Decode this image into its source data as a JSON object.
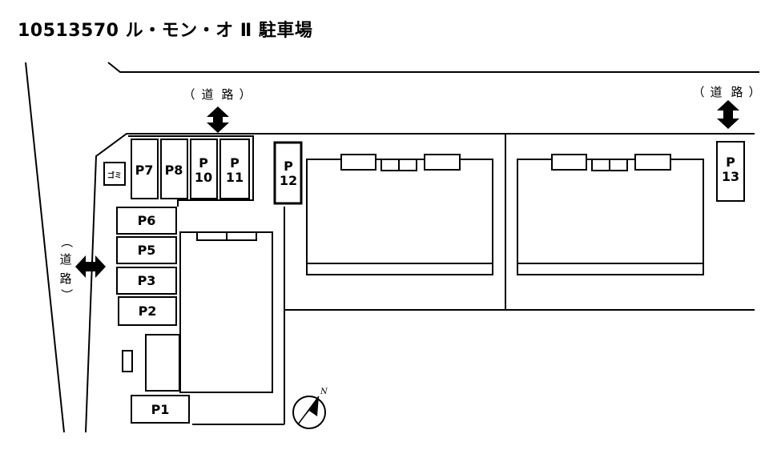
{
  "title": "10513570 ル・モン・オ Ⅱ 駐車場",
  "road_label_open": "（",
  "road_label_chars": [
    "道",
    "路"
  ],
  "road_label_close": "）",
  "spaces": [
    {
      "id": "p7",
      "lines": [
        "P7"
      ]
    },
    {
      "id": "p8",
      "lines": [
        "P8"
      ]
    },
    {
      "id": "p10",
      "lines": [
        "P",
        "10"
      ]
    },
    {
      "id": "p11",
      "lines": [
        "P",
        "11"
      ]
    },
    {
      "id": "p12",
      "lines": [
        "P",
        "12"
      ]
    },
    {
      "id": "p13",
      "lines": [
        "P",
        "13"
      ]
    },
    {
      "id": "p6",
      "lines": [
        "P6"
      ]
    },
    {
      "id": "p5",
      "lines": [
        "P5"
      ]
    },
    {
      "id": "p3",
      "lines": [
        "P3"
      ]
    },
    {
      "id": "p2",
      "lines": [
        "P2"
      ]
    },
    {
      "id": "p1",
      "lines": [
        "P1"
      ]
    }
  ],
  "garbage_label": "ゴミ",
  "north_label": "N",
  "icons": [
    "double-arrow-vertical-icon",
    "double-arrow-horizontal-icon",
    "north-compass-icon"
  ]
}
